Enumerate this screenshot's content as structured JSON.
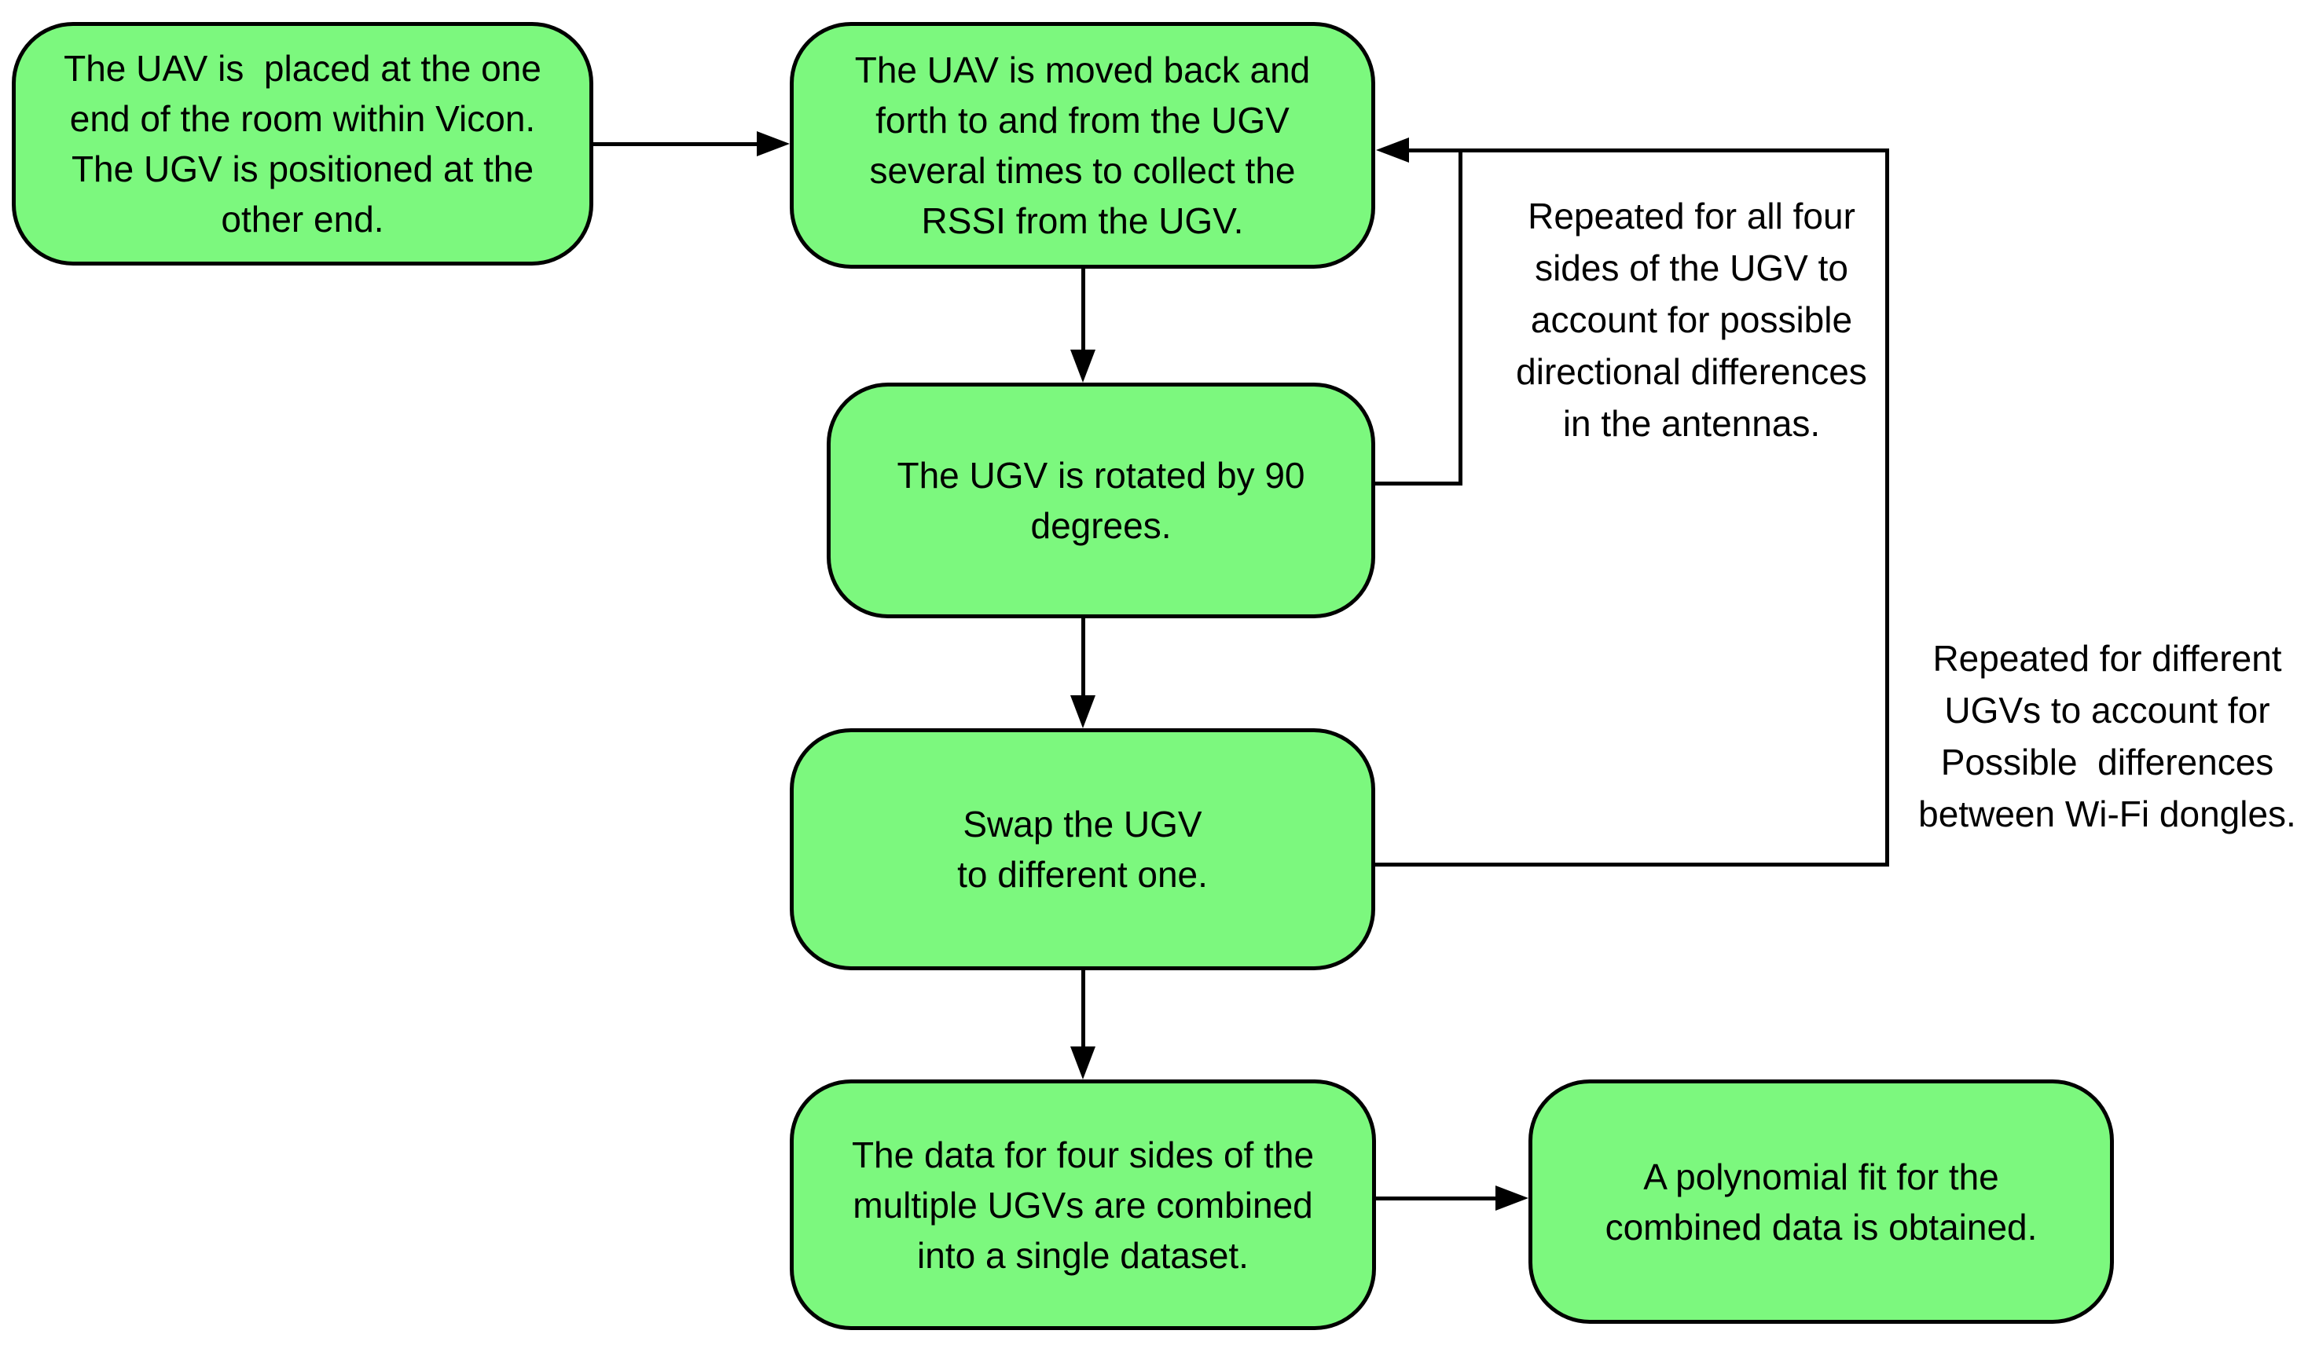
{
  "flowchart": {
    "colors": {
      "node_fill": "#7CF87E",
      "stroke": "#000000",
      "text": "#000000",
      "background": "#FFFFFF"
    },
    "nodes": [
      {
        "id": "place-uav",
        "label": "The UAV is  placed at the one\nend of the room within Vicon.\nThe UGV is positioned at the\nother end."
      },
      {
        "id": "collect-rssi",
        "label": "The UAV is moved back and\nforth to and from the UGV\nseveral times to collect the\nRSSI from the UGV."
      },
      {
        "id": "rotate-ugv",
        "label": "The UGV is rotated by 90\ndegrees."
      },
      {
        "id": "swap-ugv",
        "label": "Swap the UGV\nto different one."
      },
      {
        "id": "combine-data",
        "label": "The data for four sides of the\nmultiple UGVs are combined\ninto a single dataset."
      },
      {
        "id": "polynomial-fit",
        "label": "A polynomial fit for the\ncombined data is obtained."
      }
    ],
    "annotations": [
      {
        "id": "loop-four-sides",
        "label": "Repeated for all four\nsides of the UGV to\naccount for possible\ndirectional differences\nin the antennas."
      },
      {
        "id": "loop-different-ugvs",
        "label": "Repeated for different\nUGVs to account for\nPossible  differences\nbetween Wi-Fi dongles."
      }
    ],
    "edges": [
      {
        "from": "place-uav",
        "to": "collect-rssi"
      },
      {
        "from": "collect-rssi",
        "to": "rotate-ugv"
      },
      {
        "from": "rotate-ugv",
        "to": "swap-ugv"
      },
      {
        "from": "rotate-ugv",
        "to": "collect-rssi",
        "annotation": "loop-four-sides"
      },
      {
        "from": "swap-ugv",
        "to": "collect-rssi",
        "annotation": "loop-different-ugvs"
      },
      {
        "from": "swap-ugv",
        "to": "combine-data"
      },
      {
        "from": "combine-data",
        "to": "polynomial-fit"
      }
    ]
  }
}
